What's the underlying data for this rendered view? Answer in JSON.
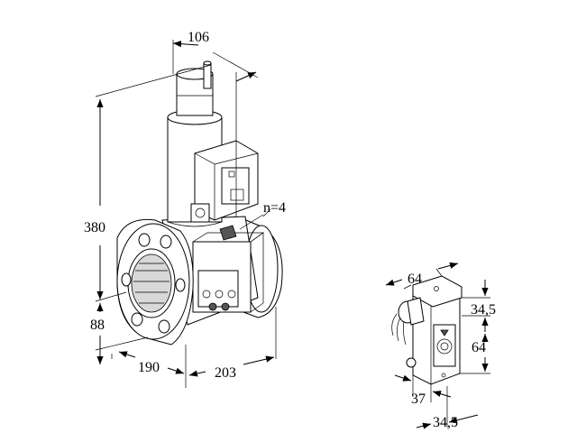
{
  "dimensions": {
    "top_width": "106",
    "height_total": "380",
    "height_lower": "88",
    "depth_left": "190",
    "depth_right": "203",
    "bolt_count": "n=4",
    "coil_width": "64",
    "coil_top_offset": "34,5",
    "coil_height": "64",
    "coil_depth": "37",
    "coil_bottom_offset": "34,5"
  }
}
